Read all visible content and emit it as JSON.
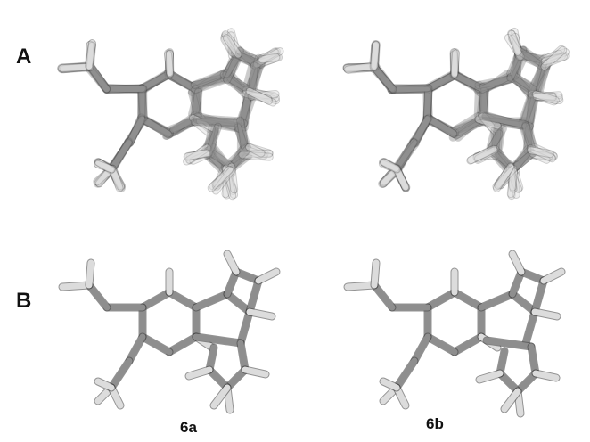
{
  "panels": {
    "a_label": "A",
    "b_label": "B"
  },
  "compounds": {
    "first": "6a",
    "second": "6b"
  },
  "colors": {
    "carbon_bond": "#7a7a7a",
    "hydrogen_bond": "#e0e0e0",
    "outline": "#3a3a3a",
    "background": "#ffffff"
  }
}
